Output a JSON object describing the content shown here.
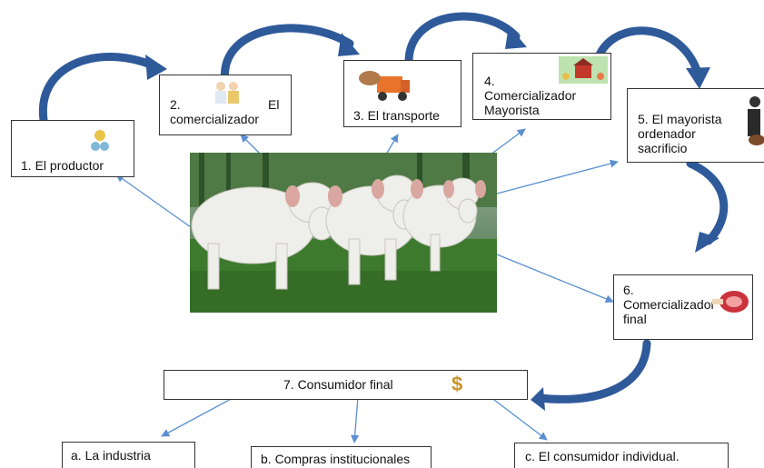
{
  "nodes": {
    "productor": "1. El productor",
    "comercializador_num": "2.",
    "comercializador_el": "El",
    "comercializador": "comercializador",
    "transporte": "3. El transporte",
    "mayorista_num": "4.",
    "mayorista_l1": "Comercializador",
    "mayorista_l2": "Mayorista",
    "ordenador_l1": "5.  El  mayorista",
    "ordenador_l2": "ordenador",
    "ordenador_l3": "sacrificio",
    "final_num": "6.",
    "final_l1": "Comercializador",
    "final_l2": "final",
    "consumidor": "7. Consumidor final",
    "industria": "a. La industria",
    "institucionales": "b. Compras institucionales",
    "individual": "c. El consumidor individual."
  },
  "icons": {
    "dollar": "$",
    "accent_arrow": "#2f5a9a",
    "connector": "#5b8fd0"
  }
}
